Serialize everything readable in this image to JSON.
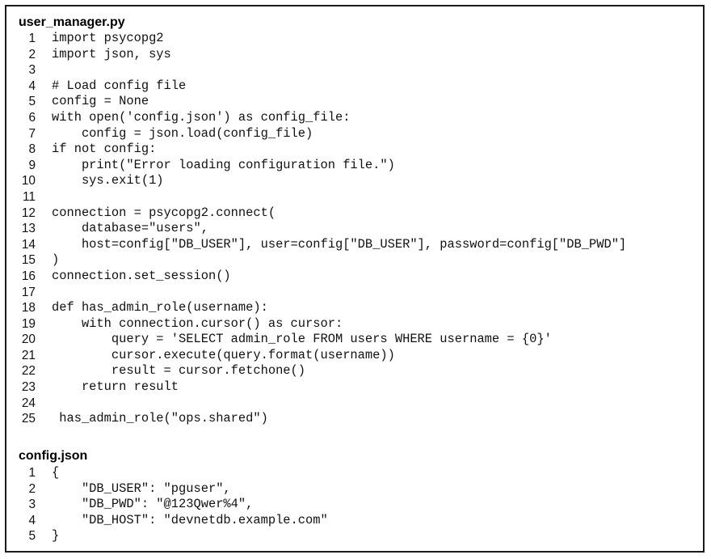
{
  "files": [
    {
      "title": "user_manager.py",
      "lines": [
        {
          "n": "1",
          "code": "import psycopg2"
        },
        {
          "n": "2",
          "code": "import json, sys"
        },
        {
          "n": "3",
          "code": ""
        },
        {
          "n": "4",
          "code": "# Load config file"
        },
        {
          "n": "5",
          "code": "config = None"
        },
        {
          "n": "6",
          "code": "with open('config.json') as config_file:"
        },
        {
          "n": "7",
          "code": "    config = json.load(config_file)"
        },
        {
          "n": "8",
          "code": "if not config:"
        },
        {
          "n": "9",
          "code": "    print(\"Error loading configuration file.\")"
        },
        {
          "n": "10",
          "code": "    sys.exit(1)"
        },
        {
          "n": "11",
          "code": ""
        },
        {
          "n": "12",
          "code": "connection = psycopg2.connect("
        },
        {
          "n": "13",
          "code": "    database=\"users\","
        },
        {
          "n": "14",
          "code": "    host=config[\"DB_USER\"], user=config[\"DB_USER\"], password=config[\"DB_PWD\"]"
        },
        {
          "n": "15",
          "code": ")"
        },
        {
          "n": "16",
          "code": "connection.set_session()"
        },
        {
          "n": "17",
          "code": ""
        },
        {
          "n": "18",
          "code": "def has_admin_role(username):"
        },
        {
          "n": "19",
          "code": "    with connection.cursor() as cursor:"
        },
        {
          "n": "20",
          "code": "        query = 'SELECT admin_role FROM users WHERE username = {0}'"
        },
        {
          "n": "21",
          "code": "        cursor.execute(query.format(username))"
        },
        {
          "n": "22",
          "code": "        result = cursor.fetchone()"
        },
        {
          "n": "23",
          "code": "    return result"
        },
        {
          "n": "24",
          "code": ""
        },
        {
          "n": "25",
          "code": " has_admin_role(\"ops.shared\")"
        }
      ]
    },
    {
      "title": "config.json",
      "lines": [
        {
          "n": "1",
          "code": "{"
        },
        {
          "n": "2",
          "code": "    \"DB_USER\": \"pguser\","
        },
        {
          "n": "3",
          "code": "    \"DB_PWD\": \"@123Qwer%4\","
        },
        {
          "n": "4",
          "code": "    \"DB_HOST\": \"devnetdb.example.com\""
        },
        {
          "n": "5",
          "code": "}"
        }
      ]
    }
  ]
}
